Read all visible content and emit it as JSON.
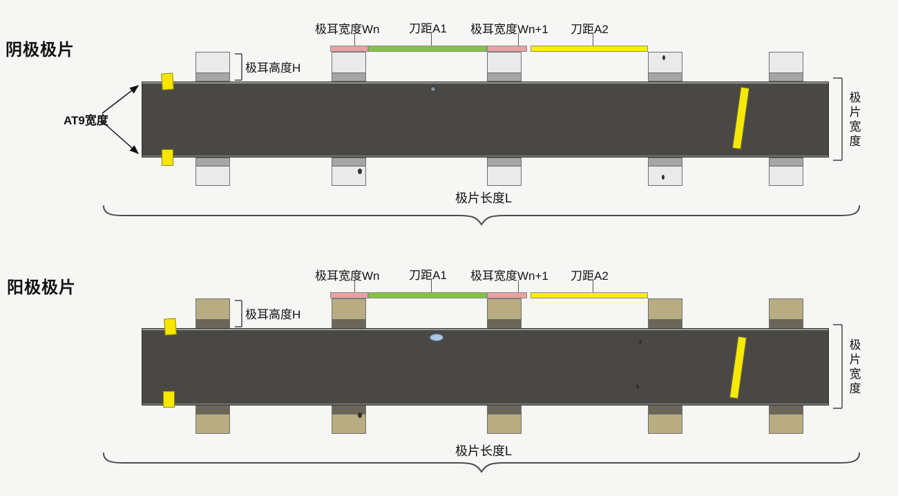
{
  "colors": {
    "background": "#f6f6f4",
    "electrode_strip": "#4a4845",
    "cathode_tab": "#eaeaea",
    "anode_tab": "#b8ad82",
    "bar_pink": "#e9a2a2",
    "bar_green": "#83c247",
    "bar_yellow": "#f8ee00",
    "edge_marker_yellow": "#f7e600"
  },
  "cathode": {
    "title": "阴极极片",
    "labels": {
      "tab_width_n": "极耳宽度Wn",
      "knife_a1": "刀距A1",
      "tab_width_n_plus_1": "极耳宽度Wn+1",
      "knife_a2": "刀距A2",
      "tab_height": "极耳高度H",
      "at9_width": "AT9宽度",
      "sheet_width": "极片宽度",
      "sheet_length": "极片长度L"
    }
  },
  "anode": {
    "title": "阳极极片",
    "labels": {
      "tab_width_n": "极耳宽度Wn",
      "knife_a1": "刀距A1",
      "tab_width_n_plus_1": "极耳宽度Wn+1",
      "knife_a2": "刀距A2",
      "tab_height": "极耳高度H",
      "sheet_width": "极片宽度",
      "sheet_length": "极片长度L"
    }
  }
}
